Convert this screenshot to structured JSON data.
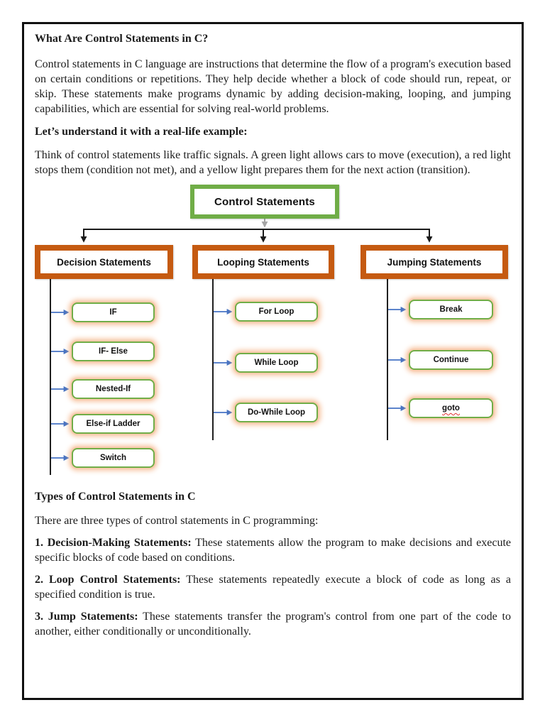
{
  "document": {
    "heading1": "What Are Control Statements in C?",
    "para1": "Control statements in C language are instructions that determine the flow of a program's execution based on certain conditions or repetitions. They help decide whether a block of code should run, repeat, or skip. These statements make programs dynamic by adding decision-making, looping, and jumping capabilities, which are essential for solving real-world problems.",
    "heading2": "Let’s understand it with a real-life example:",
    "para2": "Think of control statements like traffic signals. A green light allows cars to move (execution), a red light stops them (condition not met), and a yellow light prepares them for the next action (transition).",
    "heading3": "Types of Control Statements in C",
    "para3": "There are three types of control statements in C programming:",
    "items": [
      {
        "lead": "1. Decision-Making Statements:",
        "text": "These statements allow the program to make decisions and execute specific blocks of code based on conditions."
      },
      {
        "lead": "2. Loop Control Statements:",
        "text": "These statements repeatedly execute a block of code as long as a specified condition is true."
      },
      {
        "lead": "3. Jump Statements:",
        "text": "These statements transfer the program's control from one part of the code to another, either conditionally or unconditionally."
      }
    ]
  },
  "diagram": {
    "root": "Control Statements",
    "branches": [
      {
        "label": "Decision Statements",
        "children": [
          "IF",
          "IF- Else",
          "Nested-If",
          "Else-if Ladder",
          "Switch"
        ]
      },
      {
        "label": "Looping Statements",
        "children": [
          "For Loop",
          "While Loop",
          "Do-While Loop"
        ]
      },
      {
        "label": "Jumping Statements",
        "children": [
          "Break",
          "Continue",
          "goto"
        ]
      }
    ],
    "colors": {
      "root_border": "#70AD47",
      "branch_border": "#C55A11",
      "child_border": "#70AD47",
      "child_glow": "#F4B183",
      "arrow_blue": "#4472C4",
      "connector_black": "#1a1a1a",
      "connector_gray": "#A6A6A6",
      "page_border": "#101010"
    }
  }
}
